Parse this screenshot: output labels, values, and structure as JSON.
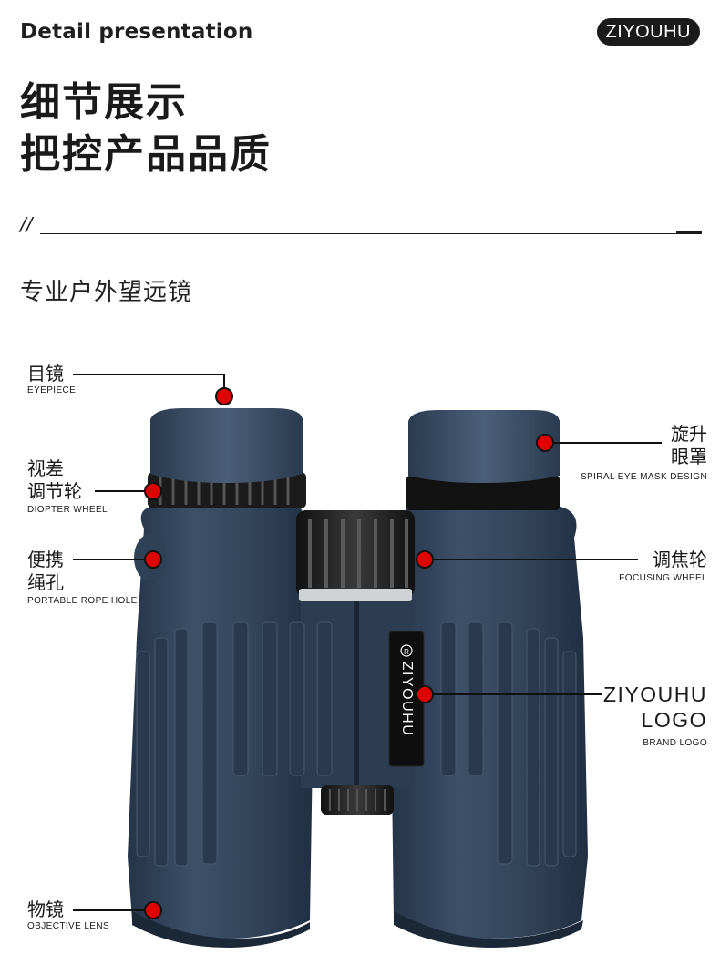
{
  "header": {
    "left_text": "Detail presentation",
    "brand": "ZIYOUHU"
  },
  "title": {
    "line1": "细节展示",
    "line2": "把控产品品质"
  },
  "separator": {
    "slash": "//"
  },
  "subtitle": "专业户外望远镜",
  "product": {
    "logo_text": "ZIYOUHU",
    "registered_mark": "R"
  },
  "labels": {
    "eyepiece": {
      "cn": "目镜",
      "en": "EYEPIECE"
    },
    "diopter": {
      "cn1": "视差",
      "cn2": "调节轮",
      "en": "DIOPTER WHEEL"
    },
    "rope_hole": {
      "cn1": "便携",
      "cn2": "绳孔",
      "en": "PORTABLE ROPE HOLE"
    },
    "objective": {
      "cn": "物镜",
      "en": "OBJECTIVE LENS"
    },
    "eye_mask": {
      "cn1": "旋升",
      "cn2": "眼罩",
      "en": "SPIRAL EYE MASK DESIGN"
    },
    "focusing": {
      "cn": "调焦轮",
      "en": "FOCUSING WHEEL"
    },
    "brand_logo": {
      "line1": "ZIYOUHU",
      "line2": "LOGO",
      "en": "BRAND LOGO"
    }
  },
  "colors": {
    "body": "#34465c",
    "body_dark": "#24344a",
    "rubber": "#1d1d1d",
    "marker": "#e00000",
    "text": "#1a1a1a"
  }
}
